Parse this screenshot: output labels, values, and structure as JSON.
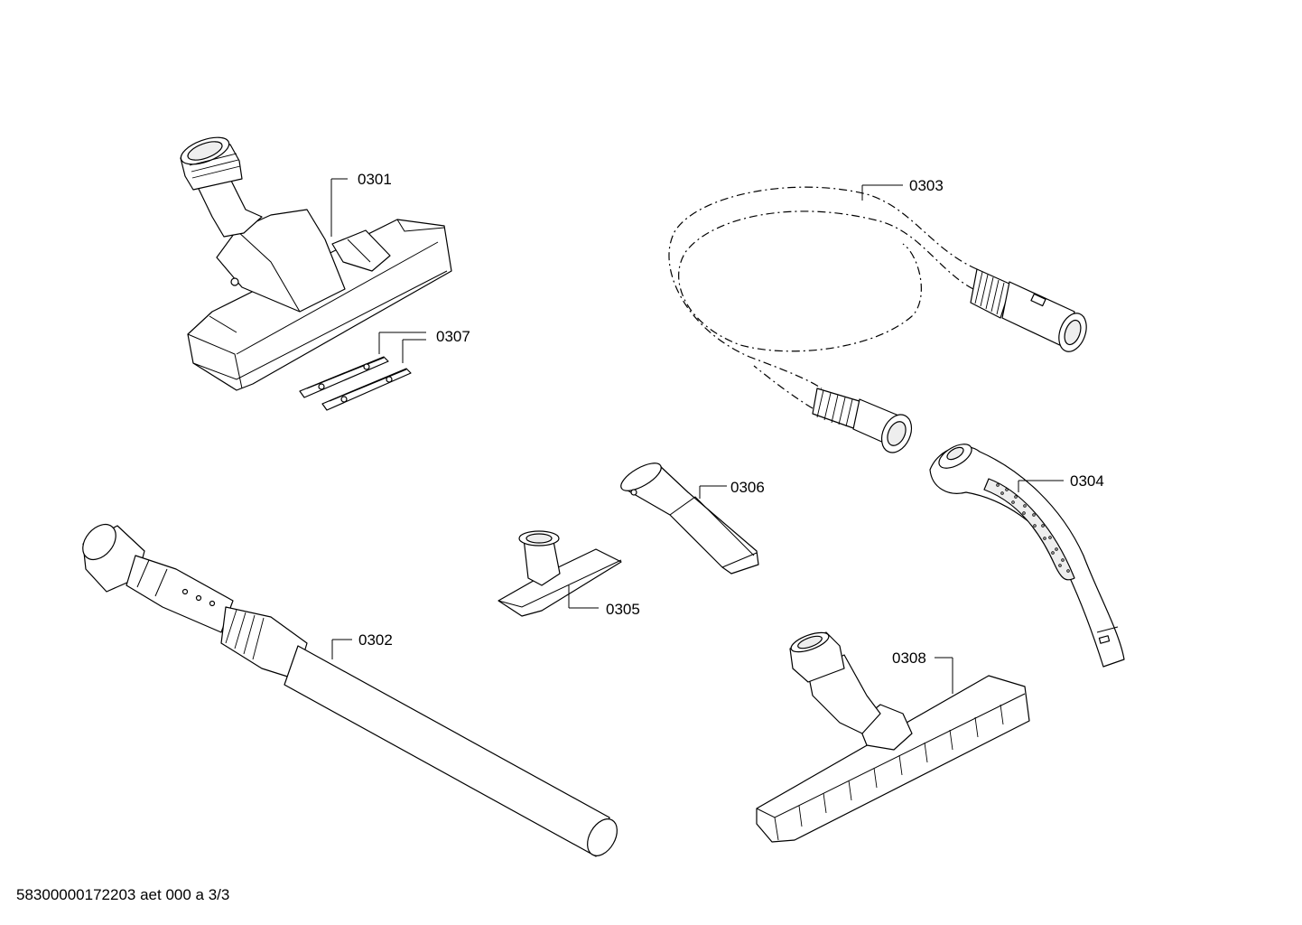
{
  "parts": {
    "p0301": "0301",
    "p0302": "0302",
    "p0303": "0303",
    "p0304": "0304",
    "p0305": "0305",
    "p0306": "0306",
    "p0307": "0307",
    "p0308": "0308"
  },
  "footer": "58300000172203 aet 000 a 3/3"
}
